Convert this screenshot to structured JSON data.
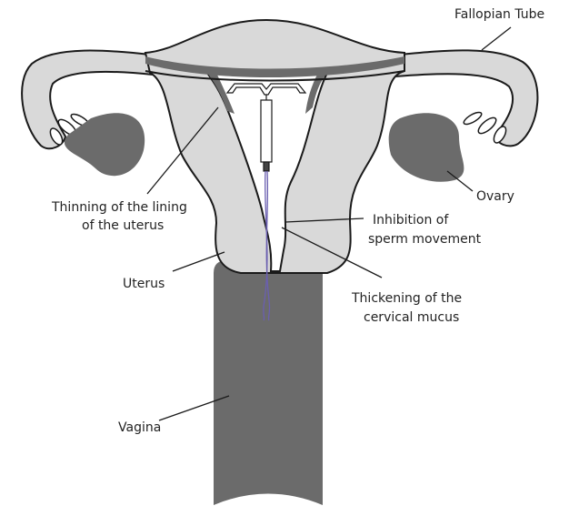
{
  "title": "IUD mechanism of action",
  "labels": {
    "fallopian_tube": "Fallopian Tube",
    "ovary": "Ovary",
    "thinning_1": "Thinning of the lining",
    "thinning_2": "of the uterus",
    "inhibition_1": "Inhibition of",
    "inhibition_2": "sperm movement",
    "uterus": "Uterus",
    "thickening_1": "Thickening of the",
    "thickening_2": "cervical mucus",
    "vagina": "Vagina"
  },
  "colors": {
    "tissue_light": "#d9d9d9",
    "tissue_dark": "#6b6b6b",
    "outline": "#1a1a1a",
    "iud_string": "#6a5fb0"
  }
}
